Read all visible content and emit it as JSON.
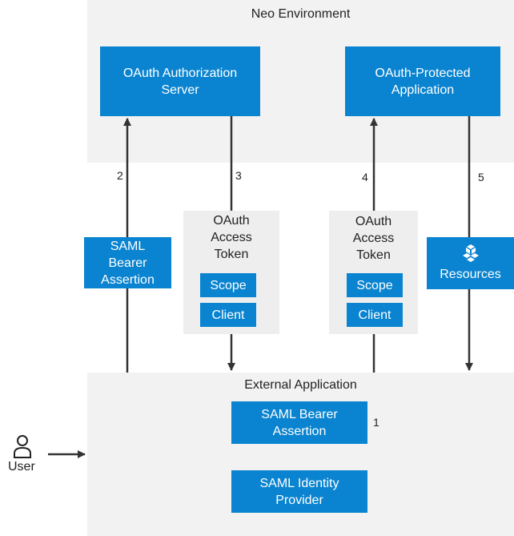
{
  "zones": {
    "neo": {
      "title": "Neo Environment"
    },
    "external": {
      "title": "External Application"
    }
  },
  "boxes": {
    "auth_server": "OAuth Authorization\nServer",
    "protected_app": "OAuth-Protected\nApplication",
    "saml_bearer_left": "SAML\nBearer\nAssertion",
    "resources": "Resources",
    "saml_bearer_ext": "SAML Bearer\nAssertion",
    "saml_idp": "SAML Identity\nProvider"
  },
  "tokens": [
    {
      "title": "OAuth\nAccess\nToken",
      "scope": "Scope",
      "client": "Client"
    },
    {
      "title": "OAuth\nAccess\nToken",
      "scope": "Scope",
      "client": "Client"
    }
  ],
  "steps": [
    "1",
    "2",
    "3",
    "4",
    "5"
  ],
  "user": {
    "label": "User"
  },
  "colors": {
    "box_blue": "#0a84d0",
    "zone_gray": "#f2f2f2",
    "arrow": "#333333"
  }
}
